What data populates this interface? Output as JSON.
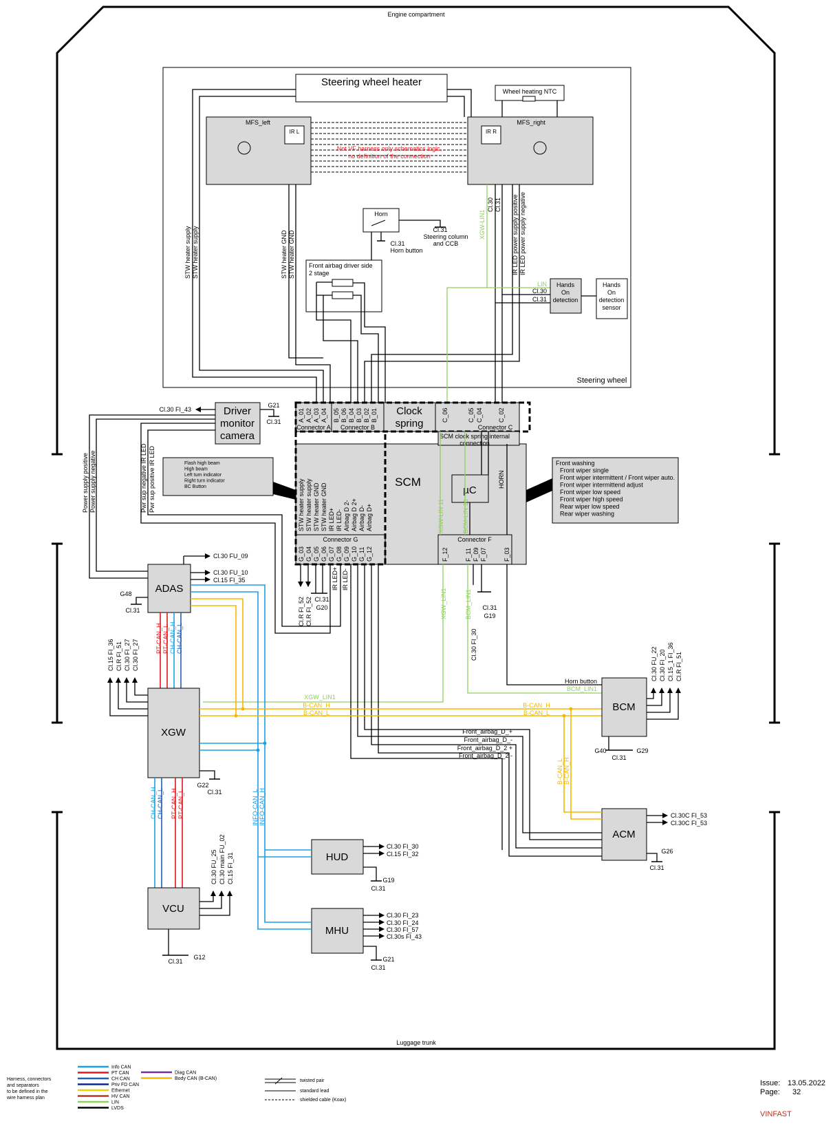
{
  "header": {
    "engine_compartment": "Engine compartment",
    "luggage_trunk": "Luggage trunk"
  },
  "steering_wheel": {
    "title": "Steering wheel",
    "heater": "Steering wheel heater",
    "ntc": "Wheel heating NTC",
    "mfs_left": "MFS_left",
    "mfs_right": "MFS_right",
    "ir_l": "IR L",
    "ir_r": "IR R",
    "note_line1": "Not VF harness only schematics logic,",
    "note_line2": "no definition of the connection",
    "horn": "Horn",
    "horn_button": "Horn button",
    "horn_cl31": "Cl.31",
    "col_cl31": "Cl.31",
    "col_line1": "Steering column",
    "col_line2": "and CCB",
    "airbag_line1": "Front airbag driver side",
    "airbag_line2": "2 stage",
    "hands_module": [
      "Hands",
      "On",
      "detection"
    ],
    "hands_sensor": [
      "Hands",
      "On",
      "detection",
      "sensor"
    ],
    "lin_label": "LIN",
    "cl30_label": "Cl.30",
    "cl31_label": "Cl.31",
    "vertical_labels": [
      "STW heater supply",
      "STW heater supply",
      "STW heater GND",
      "STW heater GND",
      "XGW-LIN1",
      "Cl.30",
      "Cl.31",
      "IR LED power supply positive",
      "IR LED power supply negative"
    ]
  },
  "connectors": {
    "a_label": "Connector A",
    "a_pins": [
      "A_01",
      "A_02",
      "A_03",
      "A_04"
    ],
    "b_label": "Connector B",
    "b_pins": [
      "B_05",
      "B_06",
      "B_04",
      "B_03",
      "B_02",
      "B_01"
    ],
    "clock_spring": [
      "Clock",
      "spring"
    ],
    "c_label": "Connector C",
    "c_pins": [
      "C_06",
      "C_05",
      "C_04",
      "C_02"
    ],
    "internal_line1": "SCM clock spring internal",
    "internal_line2": "connection",
    "g_label": "Connector G",
    "g_pins": [
      "G_03",
      "G_04",
      "G_05",
      "G_06",
      "G_07",
      "G_08",
      "G_09",
      "G_10",
      "G_11",
      "G_12"
    ],
    "f_label": "Connector F",
    "f_pins": [
      "F_12",
      "F_11",
      "F_09",
      "F_07",
      "F_03"
    ]
  },
  "scm": {
    "title": "SCM",
    "uc": "µC",
    "horn": "HORN",
    "signals": [
      "STW heater supply",
      "STW heater supply",
      "STW heater GND",
      "STW heater GND",
      "IR LED+",
      "IR LED-",
      "Airbag D 2-",
      "Airbag D 2+",
      "Airbag D-",
      "Airbag D+"
    ],
    "lin11": "XGW-LIN 11",
    "lin16": "BCM-LIN 16",
    "functions_left": [
      "Flash high beam",
      "High beam",
      "Left turn indicator",
      "Right turn indicator",
      "BC Button"
    ],
    "functions_right": [
      "Front washing",
      "Front wiper single",
      "Front wiper intermittent / Front wiper auto.",
      "Front wiper intermittend adjust",
      "Front wiper low speed",
      "Front wiper high speed",
      "Rear wiper low speed",
      "Rear wiper washing"
    ],
    "g_bottom_labels": [
      "Cl.R FI_52",
      "Cl.R FI_52",
      "IR LED+",
      "IR LED-"
    ],
    "g20": "G20",
    "g20_cl31": "Cl.31",
    "f_bottom_labels": [
      "XGW_LIN1",
      "BCM_LIN1",
      "Cl.30 FI_30"
    ],
    "g19": "G19",
    "g19_cl31": "Cl.31"
  },
  "dmc": {
    "title": [
      "Driver",
      "monitor",
      "camera"
    ],
    "fuse": "Cl.30 FI_43",
    "gnd": "G21",
    "cl31": "Cl.31",
    "lines": [
      "Pwr sup negative IR LED",
      "Pwr sup positive IR LED"
    ]
  },
  "adas": {
    "title": "ADAS",
    "fuses": [
      "Cl.30 FU_09",
      "Cl.30 FU_10",
      "Cl.15 FI_35"
    ],
    "gnd": "G48",
    "cl31": "Cl.31",
    "supply": [
      "Power supply positive",
      "Power supply negative"
    ],
    "can": [
      "PT-CAN_H",
      "PT-CAN_L",
      "CH-CAN_H",
      "CH-CAN_L"
    ]
  },
  "xgw": {
    "title": "XGW",
    "fuses": [
      "Cl.15 FI_36",
      "Cl.R FI_51",
      "Cl.30 FI_27",
      "Cl.30 FI_27"
    ],
    "gnd": "G22",
    "cl31": "Cl.31",
    "lin": "XGW_LIN1",
    "bcan_h": "B-CAN_H",
    "bcan_l": "B-CAN_L",
    "bottom_can": [
      "CH-CAN_H",
      "CH-CAN_L",
      "PT-CAN_H",
      "PT-CAN_L"
    ],
    "info_can": [
      "INFO-CAN_L",
      "INFO-CAN_H"
    ]
  },
  "bcm": {
    "title": "BCM",
    "horn_button": "Horn button",
    "lin": "BCM_LIN1",
    "bcan_h": "B-CAN_H",
    "bcan_l": "B-CAN_L",
    "fuses": [
      "Cl.30 FU_22",
      "Cl.30 FI_20",
      "Cl.15_1 FI_36",
      "Cl.R FI_51"
    ],
    "g40": "G40",
    "g29": "G29",
    "cl31": "Cl.31"
  },
  "airbag_lines": [
    "Front_airbag_D_+",
    "Front_airbag_D_-",
    "Front_airbag_D_2 +",
    "Front_airbag_D_2 -"
  ],
  "acm": {
    "title": "ACM",
    "can": [
      "B-CAN_L",
      "B-CAN_H"
    ],
    "fuses": [
      "Cl.30C FI_53",
      "Cl.30C FI_53"
    ],
    "gnd": "G26",
    "cl31": "Cl.31"
  },
  "hud": {
    "title": "HUD",
    "fuses": [
      "Cl.30 FI_30",
      "Cl.15 FI_32"
    ],
    "gnd": "G19",
    "cl31": "Cl.31"
  },
  "mhu": {
    "title": "MHU",
    "fuses": [
      "Cl.30 FI_23",
      "Cl.30 FI_24",
      "Cl.30 FI_57",
      "Cl.30s FI_43"
    ],
    "gnd": "G21",
    "cl31": "Cl.31"
  },
  "vcu": {
    "title": "VCU",
    "fuses": [
      "Cl.30 FU_25",
      "Cl.30 main FU_02",
      "Cl.15 FI_31"
    ],
    "gnd": "G12",
    "cl31": "Cl.31"
  },
  "legend": {
    "note": [
      "Harness, connectors",
      "and separators",
      "to be defined in the",
      "wire harness plan"
    ],
    "items": [
      "Info CAN",
      "PT CAN",
      "CH CAN",
      "Priv FD CAN",
      "Ethernet",
      "HV CAN",
      "LIN",
      "LVDS"
    ],
    "items2": [
      "Diag CAN",
      "Body CAN (B-CAN)"
    ],
    "lines": [
      "twisted pair",
      "standard lead",
      "shielded cable (Koax)"
    ],
    "colors": {
      "info": "#1aa0e6",
      "pt": "#e8141c",
      "ch": "#1f5fb4",
      "priv": "#0a2a8a",
      "eth": "#f0d000",
      "hv": "#c0321f",
      "lin": "#8fd05a",
      "lvds": "#000000",
      "diag": "#7030a0",
      "body": "#f5b800"
    }
  },
  "footer": {
    "issue_label": "Issue:",
    "issue_date": "13.05.2022",
    "page_label": "Page:",
    "page_number": "32",
    "brand": "VINFAST"
  }
}
